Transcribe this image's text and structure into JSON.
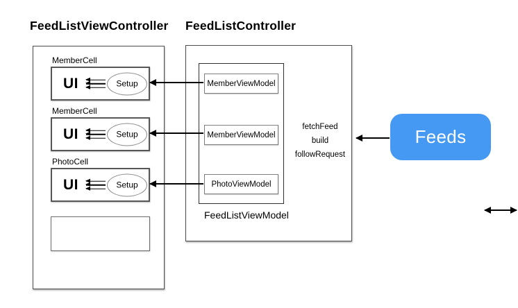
{
  "colors": {
    "feeds_fill": "#4699F2",
    "feeds_text": "#FFFFFF",
    "arrow": "#000000"
  },
  "diagram": {
    "left_section": {
      "title": "FeedListViewController",
      "cells": [
        {
          "label": "MemberCell",
          "ui": "UI",
          "setup": "Setup"
        },
        {
          "label": "MemberCell",
          "ui": "UI",
          "setup": "Setup"
        },
        {
          "label": "PhotoCell",
          "ui": "UI",
          "setup": "Setup"
        }
      ]
    },
    "middle_section": {
      "title": "FeedListController",
      "viewmodel_group_label": "FeedListViewModel",
      "viewmodels": [
        "MemberViewModel",
        "MemberViewModel",
        "PhotoViewModel"
      ],
      "methods": [
        "fetchFeed",
        "build",
        "followRequest"
      ]
    },
    "right_section": {
      "label": "Feeds"
    },
    "connections": [
      {
        "from": "MemberViewModel-1",
        "to": "MemberCell-1-Setup",
        "direction": "left"
      },
      {
        "from": "MemberViewModel-2",
        "to": "MemberCell-2-Setup",
        "direction": "left"
      },
      {
        "from": "PhotoViewModel",
        "to": "PhotoCell-Setup",
        "direction": "left"
      },
      {
        "from": "Feeds",
        "to": "FeedListController",
        "direction": "left"
      },
      {
        "from": "FeedListViewModel",
        "to": "methods",
        "direction": "both"
      }
    ]
  }
}
